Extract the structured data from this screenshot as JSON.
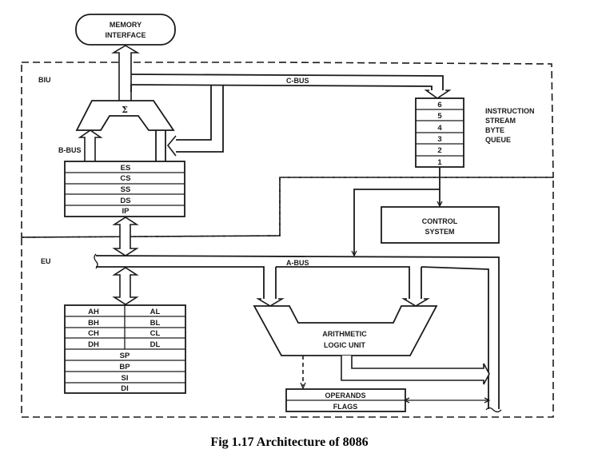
{
  "diagram": {
    "memory_interface": {
      "line1": "MEMORY",
      "line2": "INTERFACE"
    },
    "biu_label": "BIU",
    "eu_label": "EU",
    "c_bus_label": "C-BUS",
    "b_bus_label": "B-BUS",
    "a_bus_label": "A-BUS",
    "adder_symbol": "Σ",
    "segment_registers": [
      "ES",
      "CS",
      "SS",
      "DS",
      "IP"
    ],
    "instruction_queue": {
      "bytes": [
        "6",
        "5",
        "4",
        "3",
        "2",
        "1"
      ],
      "label_lines": [
        "INSTRUCTION",
        "STREAM",
        "BYTE",
        "QUEUE"
      ]
    },
    "control_system": {
      "line1": "CONTROL",
      "line2": "SYSTEM"
    },
    "general_registers": {
      "high": [
        "AH",
        "BH",
        "CH",
        "DH"
      ],
      "low": [
        "AL",
        "BL",
        "CL",
        "DL"
      ],
      "pointer_index": [
        "SP",
        "BP",
        "SI",
        "DI"
      ]
    },
    "alu": {
      "line1": "ARITHMETIC",
      "line2": "LOGIC UNIT"
    },
    "operands_flags": {
      "operands": "OPERANDS",
      "flags": "FLAGS"
    }
  },
  "caption": "Fig 1.17 Architecture of 8086"
}
